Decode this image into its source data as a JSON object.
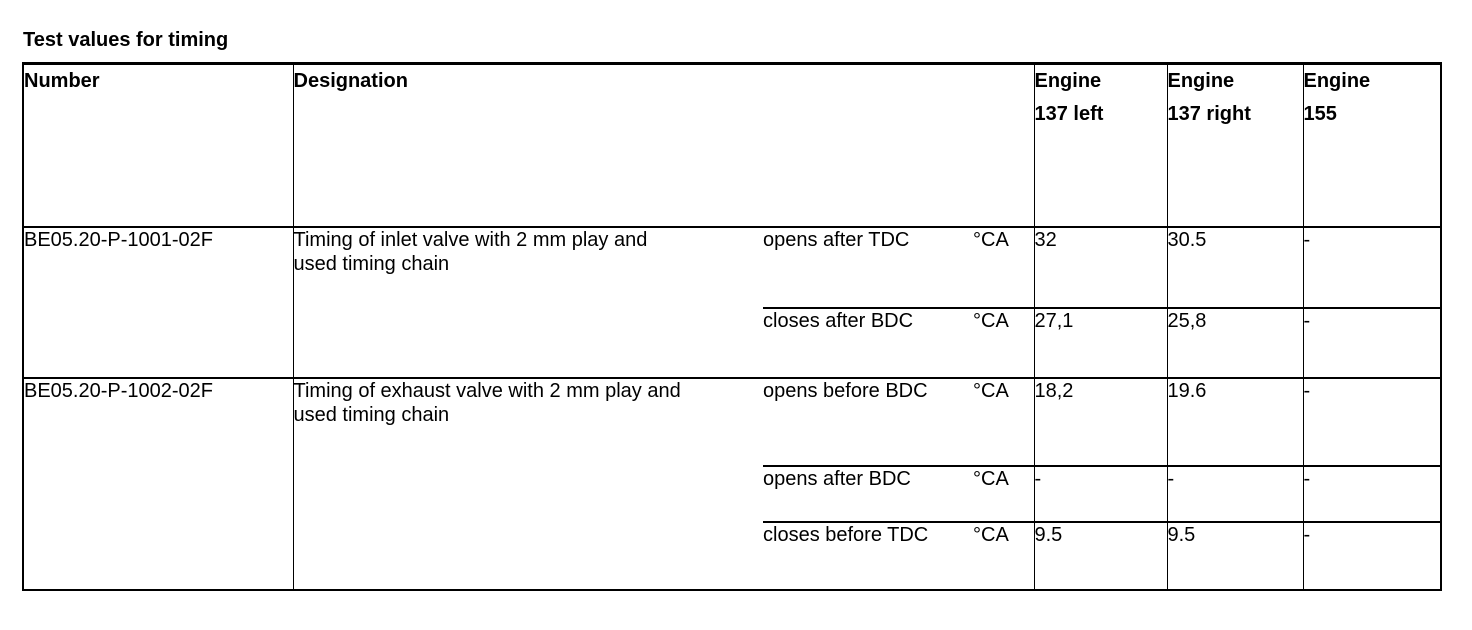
{
  "title": "Test values for timing",
  "columns": {
    "number": "Number",
    "designation": "Designation",
    "engine_137_left": [
      "Engine",
      "137 left"
    ],
    "engine_137_right": [
      "Engine",
      "137 right"
    ],
    "engine_155": [
      "Engine",
      "155"
    ]
  },
  "groups": [
    {
      "number": "BE05.20-P-1001-02F",
      "designation": [
        "Timing of inlet valve with 2 mm play and",
        "used timing chain"
      ],
      "rows": [
        {
          "condition": "opens after TDC",
          "unit": "°CA",
          "v137_left": "32",
          "v137_right": "30.5",
          "v155": "-"
        },
        {
          "condition": "closes after BDC",
          "unit": "°CA",
          "v137_left": "27,1",
          "v137_right": "25,8",
          "v155": "-"
        }
      ]
    },
    {
      "number": "BE05.20-P-1002-02F",
      "designation": [
        "Timing of exhaust valve with 2 mm play and",
        "used timing chain"
      ],
      "rows": [
        {
          "condition": "opens before BDC",
          "unit": "°CA",
          "v137_left": "18,2",
          "v137_right": "19.6",
          "v155": "-"
        },
        {
          "condition": "opens after BDC",
          "unit": "°CA",
          "v137_left": "-",
          "v137_right": "-",
          "v155": "-"
        },
        {
          "condition": "closes before TDC",
          "unit": "°CA",
          "v137_left": "9.5",
          "v137_right": "9.5",
          "v155": "-"
        }
      ]
    }
  ]
}
